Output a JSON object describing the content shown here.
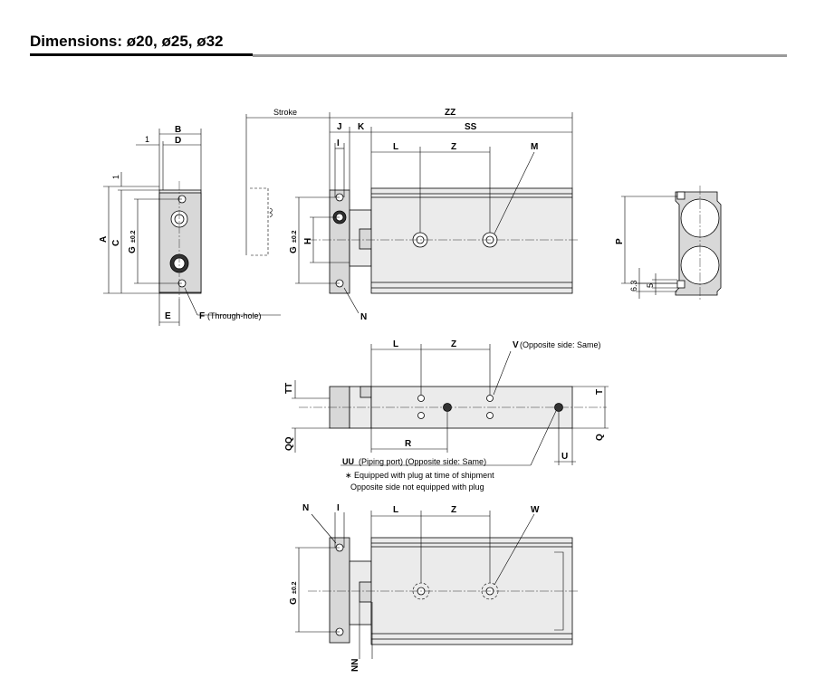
{
  "header": {
    "title": "Dimensions: ø20, ø25, ø32"
  },
  "dims": {
    "A": "A",
    "B": "B",
    "C": "C",
    "D": "D",
    "E": "E",
    "F": "F",
    "G": "G",
    "H": "H",
    "I": "I",
    "J": "J",
    "K": "K",
    "L": "L",
    "M": "M",
    "N": "N",
    "NN": "NN",
    "P": "P",
    "Q": "Q",
    "QQ": "QQ",
    "R": "R",
    "SS": "SS",
    "T": "T",
    "TT": "TT",
    "U": "U",
    "UU": "UU",
    "V": "V",
    "W": "W",
    "Z": "Z",
    "ZZ": "ZZ",
    "stroke": "Stroke",
    "tol": "±0.2",
    "one": "1",
    "six_three": "6.3",
    "five": "5"
  },
  "notes": {
    "f_hole": "(Through-hole)",
    "v_side": "(Opposite side: Same)",
    "uu_port": "(Piping port) (Opposite side: Same)",
    "plug_1": "∗ Equipped with plug at time of shipment",
    "plug_2": "Opposite side not equipped with plug"
  },
  "colors": {
    "rule": "#9a9a9a",
    "body_fill": "#ebebeb",
    "plate_fill": "#d8d8d8"
  }
}
